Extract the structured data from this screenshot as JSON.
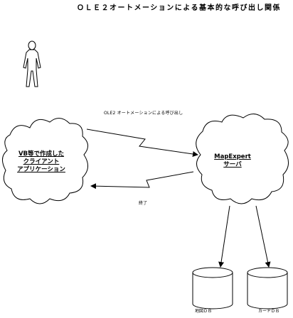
{
  "title": "ＯＬＥ２オートメーションによる基本的な呼び出し関係",
  "actor": {
    "icon": "person-icon"
  },
  "client": {
    "line1": "VB等で作成した",
    "line2": "クライアント",
    "line3": "アプリケーション"
  },
  "server": {
    "line1": "MapExpert",
    "line2": "サーバ"
  },
  "messages": {
    "call": "OLE2 オートメーションによる呼び出し",
    "end": "終了"
  },
  "databases": [
    {
      "label": "地図ＤＢ"
    },
    {
      "label": "カードＤＢ"
    }
  ],
  "colors": {
    "line": "#000000",
    "background": "#ffffff"
  }
}
